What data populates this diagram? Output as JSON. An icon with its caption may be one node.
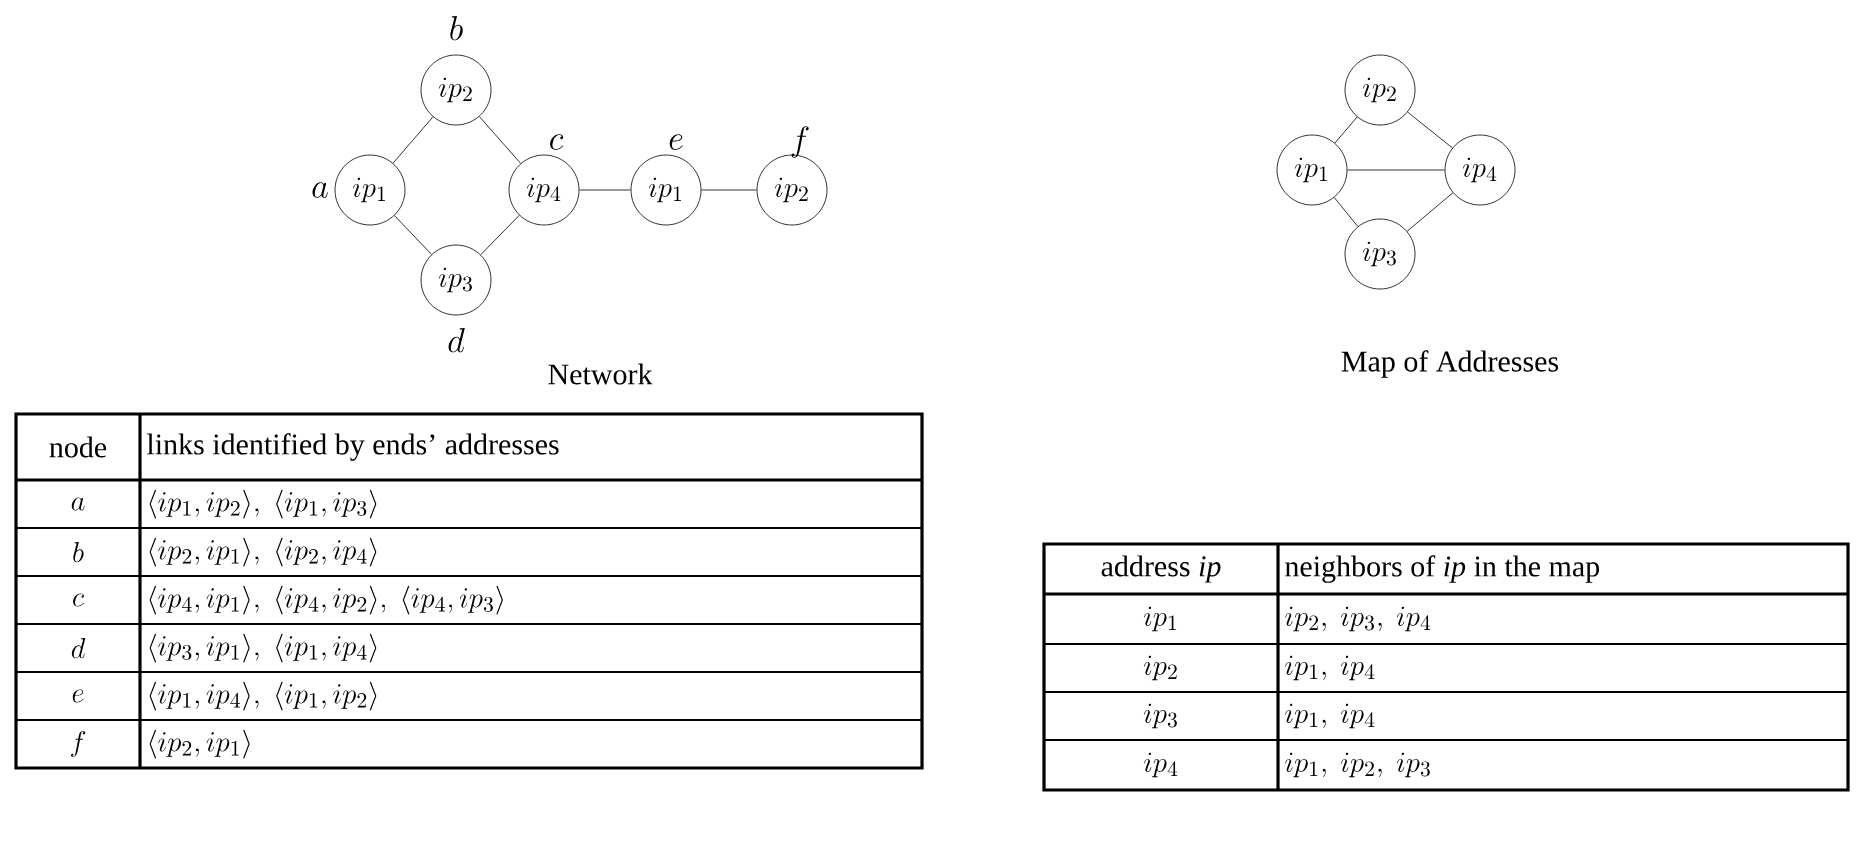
{
  "diagram": {
    "nodes": [
      {
        "text": [
          "ip_2"
        ],
        "beside": [
          "b"
        ]
      },
      {
        "text": [
          "ip_1"
        ],
        "beside": [
          "a"
        ]
      },
      {
        "text": [
          "ip_4"
        ],
        "beside": [
          "c"
        ]
      },
      {
        "text": [
          "ip_1"
        ],
        "beside": [
          "e"
        ]
      },
      {
        "text": [
          "ip_2"
        ],
        "beside": [
          "f"
        ]
      },
      {
        "text": [
          "ip_3"
        ],
        "beside": [
          "d"
        ]
      },
      {
        "text": [
          "ip_2"
        ]
      },
      {
        "text": [
          "ip_1"
        ]
      },
      {
        "text": [
          "ip_4"
        ]
      },
      {
        "text": [
          "ip_3"
        ]
      }
    ],
    "edges": [
      {
        "from": 1,
        "to": 0,
        "arrow": "none"
      },
      {
        "from": 0,
        "to": 2,
        "arrow": "none"
      },
      {
        "from": 1,
        "to": 5,
        "arrow": "none"
      },
      {
        "from": 5,
        "to": 2,
        "arrow": "none"
      },
      {
        "from": 2,
        "to": 3,
        "arrow": "none"
      },
      {
        "from": 3,
        "to": 4,
        "arrow": "none"
      },
      {
        "from": 7,
        "to": 6,
        "arrow": "none"
      },
      {
        "from": 6,
        "to": 8,
        "arrow": "none"
      },
      {
        "from": 7,
        "to": 8,
        "arrow": "none"
      },
      {
        "from": 7,
        "to": 9,
        "arrow": "none"
      },
      {
        "from": 9,
        "to": 8,
        "arrow": "none"
      }
    ],
    "labels": [
      "Network",
      "Map of Addresses",
      "node",
      "links identified by ends’ addresses",
      "a",
      "\\langle ip_1, ip_2\\rangle,\\ \\langle ip_1, ip_3\\rangle",
      "b",
      "\\langle ip_2, ip_1\\rangle,\\ \\langle ip_2, ip_4\\rangle",
      "c",
      "\\langle ip_4, ip_1\\rangle,\\ \\langle ip_4, ip_2\\rangle,\\ \\langle ip_4, ip_3\\rangle",
      "d",
      "\\langle ip_3, ip_1\\rangle,\\ \\langle ip_1, ip_4\\rangle",
      "e",
      "\\langle ip_1, ip_4\\rangle,\\ \\langle ip_1, ip_2\\rangle",
      "f",
      "\\langle ip_2, ip_1\\rangle",
      "address *ip*",
      "neighbors of *ip* in the map",
      "ip_1",
      "ip_2,\\ ip_3,\\ ip_4",
      "ip_2",
      "ip_1,\\ ip_4",
      "ip_3",
      "ip_1,\\ ip_4",
      "ip_4",
      "ip_1,\\ ip_2,\\ ip_3"
    ]
  }
}
